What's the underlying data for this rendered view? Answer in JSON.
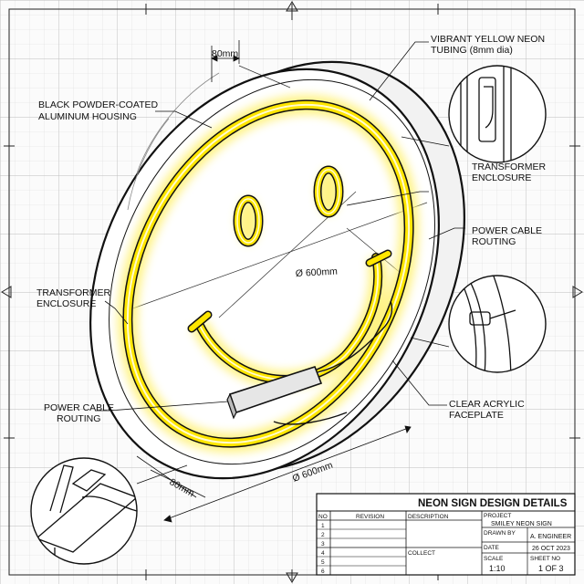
{
  "callouts": {
    "housing": [
      "BLACK POWDER-COATED",
      "ALUMINUM HOUSING"
    ],
    "neon": [
      "VIBRANT YELLOW NEON",
      "TUBING (8mm dia)"
    ],
    "transformer_right": [
      "TRANSFORMER",
      "ENCLOSURE"
    ],
    "cable_right": [
      "POWER CABLE",
      "ROUTING"
    ],
    "transformer_left": [
      "TRANSFORMER",
      "ENCLOSURE"
    ],
    "cable_left": [
      "POWER CABLE",
      "ROUTING"
    ],
    "acrylic": [
      "CLEAR ACRYLIC",
      "FACEPLATE"
    ]
  },
  "dimensions": {
    "depth_top": "80mm",
    "diameter_inner": "Ø 600mm",
    "depth_bottom": "80mm",
    "diameter_bottom": "Ø 600mm"
  },
  "title_block": {
    "title": "NEON SIGN DESIGN DETAILS",
    "rev_headers": {
      "no": "NO",
      "revision": "REVISION",
      "description": "DESCRIPTION"
    },
    "rev_rows": [
      "1",
      "2",
      "3",
      "4",
      "5",
      "6"
    ],
    "collect_label": "COLLECT",
    "project_label": "PROJECT",
    "project_value": "SMILEY NEON SIGN",
    "drawn_by_label": "DRAWN BY",
    "drawn_by_value": "A. ENGINEER",
    "date_label": "DATE",
    "date_value": "26 OCT 2023",
    "scale_label": "SCALE",
    "scale_value": "1:10",
    "sheet_label": "SHEET NO",
    "sheet_value": "1 OF 3"
  },
  "colors": {
    "neon": "#ffe600",
    "neon_glow": "#fff27a",
    "housing_line": "#111111",
    "grid": "#d2d2d2"
  }
}
